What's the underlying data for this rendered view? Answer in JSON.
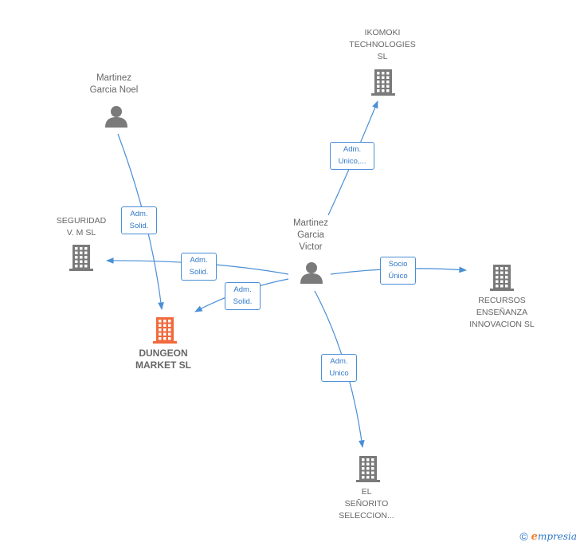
{
  "nodes": {
    "ikomoki": {
      "label": "IKOMOKI\nTECHNOLOGIES\nSL",
      "kind": "company",
      "color": "#7a7a7a"
    },
    "noel": {
      "label": "Martinez\nGarcia Noel",
      "kind": "person",
      "color": "#7a7a7a"
    },
    "seguridad": {
      "label": "SEGURIDAD\nV. M SL",
      "kind": "company",
      "color": "#7a7a7a"
    },
    "victor": {
      "label": "Martinez\nGarcia\nVictor",
      "kind": "person",
      "color": "#7a7a7a"
    },
    "dungeon": {
      "label": "DUNGEON\nMARKET  SL",
      "kind": "company",
      "color": "#f26a3c"
    },
    "recursos": {
      "label": "RECURSOS\nENSEÑANZA\nINNOVACION SL",
      "kind": "company",
      "color": "#7a7a7a"
    },
    "senorito": {
      "label": "EL\nSEÑORITO\nSELECCION...",
      "kind": "company",
      "color": "#7a7a7a"
    }
  },
  "edges": [
    {
      "id": "victor-ikomoki",
      "from": "victor",
      "to": "ikomoki",
      "label": "Adm.\nUnico,..."
    },
    {
      "id": "noel-dungeon",
      "from": "noel",
      "to": "dungeon",
      "label": "Adm.\nSolid."
    },
    {
      "id": "victor-seguridad",
      "from": "victor",
      "to": "seguridad",
      "label": "Adm.\nSolid."
    },
    {
      "id": "victor-dungeon",
      "from": "victor",
      "to": "dungeon",
      "label": "Adm.\nSolid."
    },
    {
      "id": "victor-recursos",
      "from": "victor",
      "to": "recursos",
      "label": "Socio\nÚnico"
    },
    {
      "id": "victor-senorito",
      "from": "victor",
      "to": "senorito",
      "label": "Adm.\nUnico"
    }
  ],
  "colors": {
    "edge": "#4a8fd6",
    "edge_text": "#2f77c9"
  },
  "footer": {
    "copyright": "©",
    "brand_initial": "e",
    "brand_rest": "mpresia"
  }
}
